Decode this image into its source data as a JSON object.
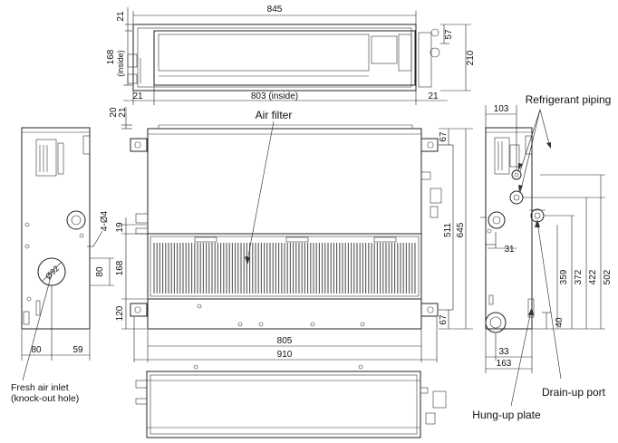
{
  "top_view": {
    "overall_width": "845",
    "left_margin_top": "21",
    "height_inside": "168",
    "inside_label": "(inside)",
    "right_dim_57": "57",
    "right_dim_210": "210",
    "inside_width": "803 (inside)",
    "left_margin_bottom": "21",
    "right_margin_bottom": "21"
  },
  "front_view": {
    "dim_20": "20",
    "dim_21": "21",
    "air_filter_label": "Air filter",
    "hole_dim": "4-Ø4",
    "dim_19": "19",
    "dim_168": "168",
    "dim_120": "120",
    "dim_67_top": "67",
    "dim_511": "511",
    "dim_645": "645",
    "dim_67_bottom": "67",
    "dim_805": "805",
    "dim_910": "910"
  },
  "left_view": {
    "dim_92": "Ø92",
    "dim_80_vertical": "80",
    "dim_80": "80",
    "dim_59": "59",
    "fresh_air_label_1": "Fresh air inlet",
    "fresh_air_label_2": "(knock-out hole)"
  },
  "right_view": {
    "dim_103": "103",
    "refrigerant_label": "Refrigerant piping",
    "dim_31": "31",
    "dim_359": "359",
    "dim_372": "372",
    "dim_422": "422",
    "dim_502": "502",
    "dim_40": "40",
    "dim_33": "33",
    "dim_163": "163",
    "drain_label": "Drain-up port",
    "hung_label": "Hung-up plate"
  }
}
